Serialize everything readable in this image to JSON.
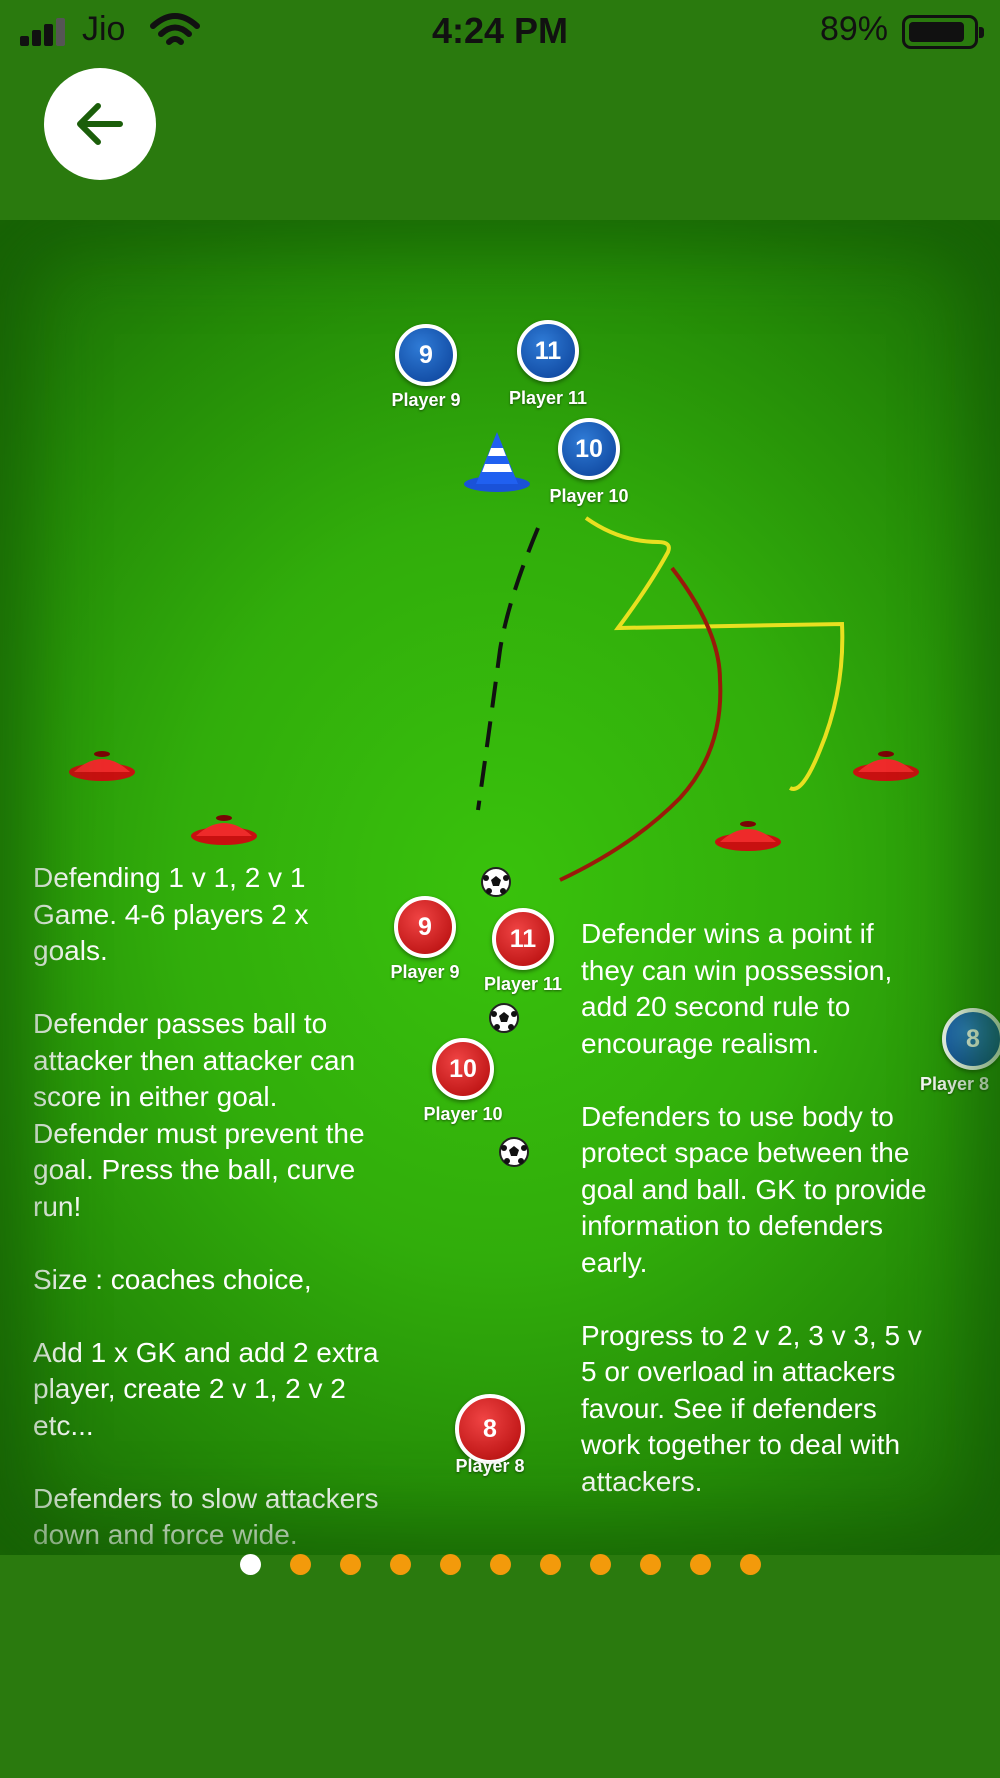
{
  "status_bar": {
    "carrier": "Jio",
    "time": "4:24 PM",
    "battery": "89%",
    "battery_level": 0.89
  },
  "header": {
    "back_icon": "arrow-left-icon"
  },
  "drill": {
    "blue_players": [
      {
        "number": "9",
        "label": "Player 9"
      },
      {
        "number": "11",
        "label": "Player 11"
      },
      {
        "number": "10",
        "label": "Player 10"
      },
      {
        "number": "8",
        "label": "Player 8"
      }
    ],
    "red_players": [
      {
        "number": "9",
        "label": "Player 9"
      },
      {
        "number": "11",
        "label": "Player 11"
      },
      {
        "number": "10",
        "label": "Player 10"
      },
      {
        "number": "8",
        "label": "Player 8"
      }
    ],
    "left_text": "Defending 1 v 1, 2 v 1\nGame. 4-6 players 2 x\ngoals.\n\nDefender passes ball to\nattacker then attacker can\nscore in either goal.\nDefender must prevent the\ngoal. Press the ball, curve\nrun!\n\nSize : coaches choice,\n\nAdd 1 x GK and add 2 extra\nplayer, create 2 v 1, 2 v 2\netc...\n\nDefenders to slow attackers\ndown and force wide.",
    "right_text": "Defender wins a point if\nthey can win possession,\nadd 20 second rule to\nencourage realism.\n\nDefenders to use body to\nprotect space between the\ngoal and ball. GK to provide\ninformation to defenders\nearly.\n\nProgress to 2 v 2, 3 v 3, 5 v\n5 or overload in attackers\nfavour. See if defenders\nwork together to deal with\nattackers.",
    "colors": {
      "blue": "#0a3f96",
      "red": "#b00808",
      "yellow_line": "#e8e020",
      "dark_red_line": "#9a1a0a"
    }
  },
  "pager": {
    "count": 11,
    "active": 0,
    "active_color": "#ffffff",
    "inactive_color": "#f39a0b"
  }
}
